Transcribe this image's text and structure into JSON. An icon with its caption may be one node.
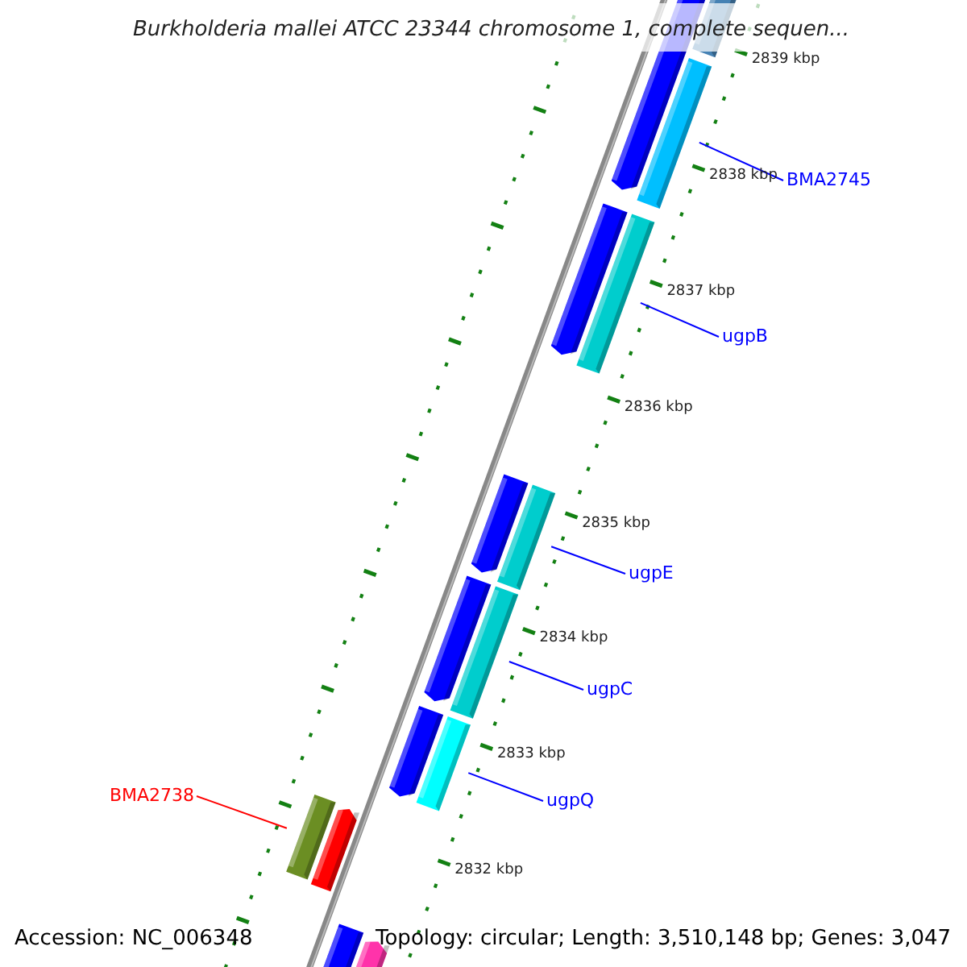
{
  "diagram": {
    "title": "Burkholderia mallei ATCC 23344 chromosome 1, complete sequen...",
    "nodes": [
      {
        "text": [
          "BMA2745"
        ]
      },
      {
        "text": [],
        "shape": "bar"
      },
      {
        "text": [
          "ugpB"
        ]
      },
      {
        "text": [],
        "shape": "bar"
      },
      {
        "text": [
          "ugpE"
        ]
      },
      {
        "text": [],
        "shape": "bar"
      },
      {
        "text": [
          "ugpC"
        ]
      },
      {
        "text": [],
        "shape": "bar"
      },
      {
        "text": [
          "BMA2738"
        ]
      },
      {
        "text": [],
        "shape": "bar"
      },
      {
        "text": [
          "ugpQ"
        ]
      },
      {
        "text": [],
        "shape": "bar"
      }
    ],
    "edges": [
      {
        "from": 0,
        "to": 1,
        "arrow": "none"
      },
      {
        "from": 2,
        "to": 3,
        "arrow": "none"
      },
      {
        "from": 4,
        "to": 5,
        "arrow": "none"
      },
      {
        "from": 6,
        "to": 7,
        "arrow": "none"
      },
      {
        "from": 8,
        "to": 9,
        "arrow": "none",
        "color": "#ff0000"
      },
      {
        "from": 10,
        "to": 11,
        "arrow": "none"
      }
    ],
    "labels": [
      "2839 kbp",
      "2838 kbp",
      "2837 kbp",
      "2836 kbp",
      "2835 kbp",
      "2834 kbp",
      "2833 kbp",
      "2832 kbp",
      "Accession: NC_006348",
      "Topology: circular; Length: 3,510,148 bp; Genes: 3,047"
    ]
  }
}
